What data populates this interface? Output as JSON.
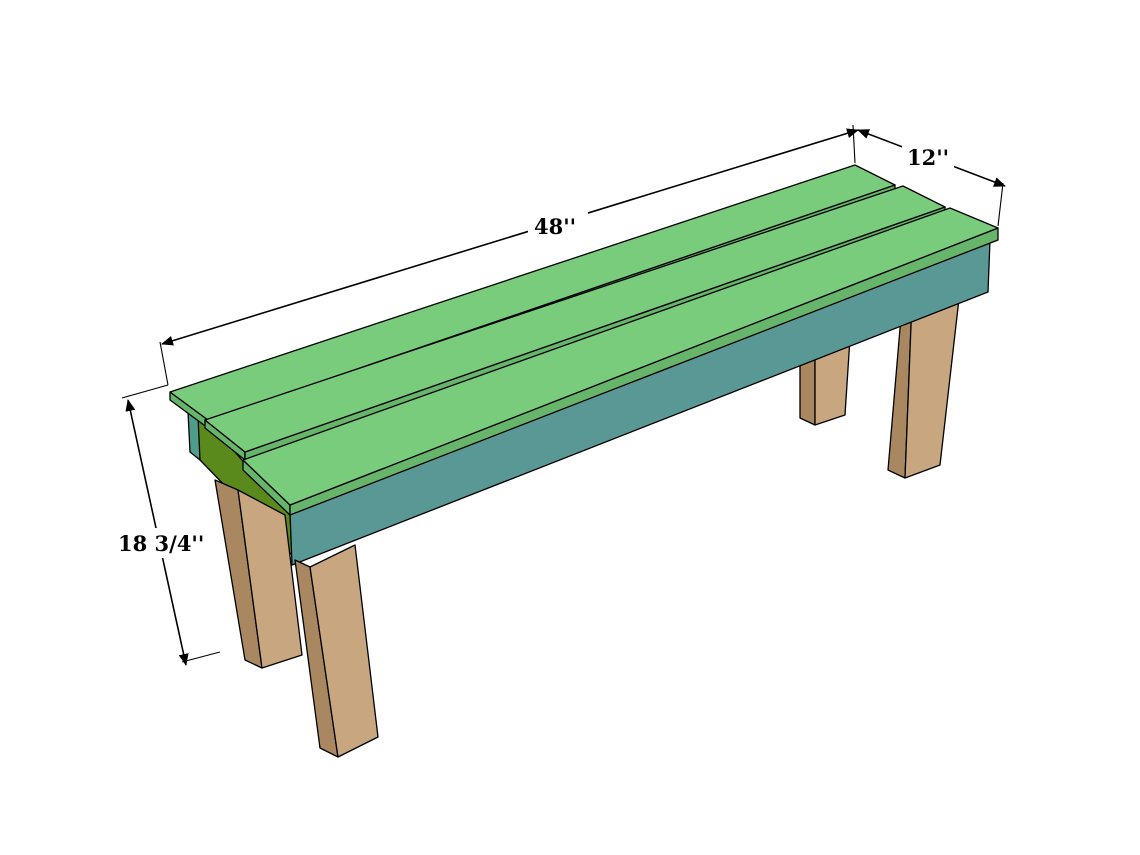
{
  "dimensions": {
    "length": "48''",
    "width": "12''",
    "height": "18 3/4''"
  },
  "colors": {
    "seat_top": "#79cc7c",
    "seat_edge": "#66b56a",
    "apron_front": "#5a9896",
    "apron_end": "#5b8a1c",
    "apron_end_inner": "#4f9c8c",
    "leg_face": "#c8a67f",
    "leg_side": "#a88761",
    "outline": "#000000",
    "background": "#ffffff"
  }
}
